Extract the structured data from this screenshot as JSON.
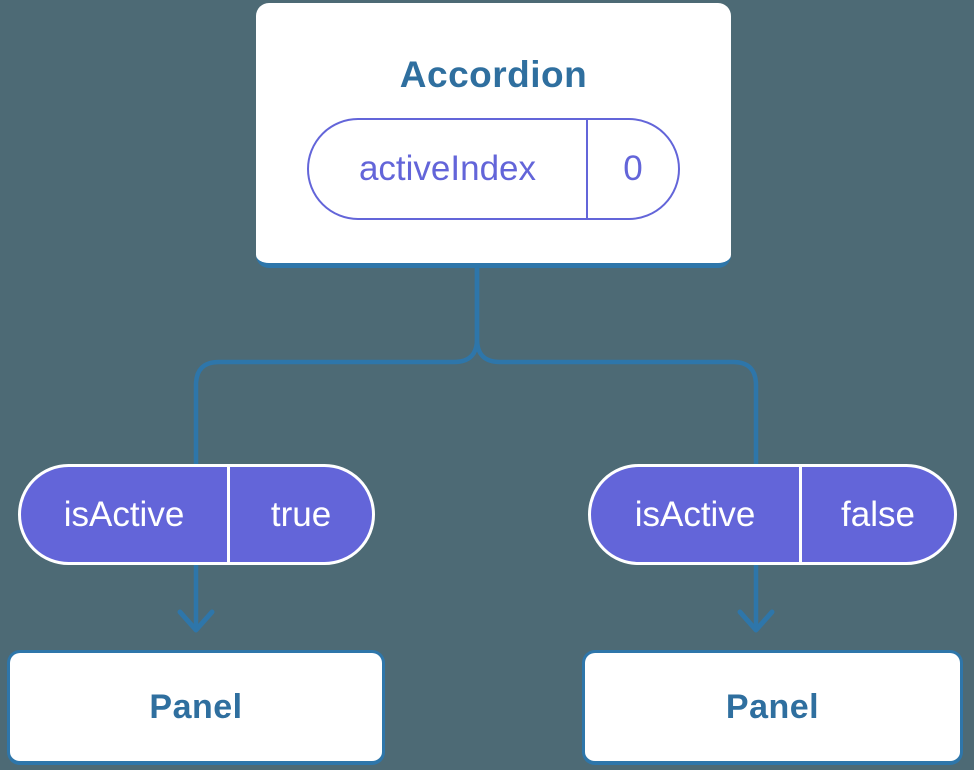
{
  "colors": {
    "background": "#4d6a75",
    "connector_blue": "#2e76aa",
    "heading_blue": "#2f6f9f",
    "state_purple": "#6365d9",
    "card_white": "#ffffff",
    "pill_text_on_purple": "#ffffff"
  },
  "tree": {
    "root": {
      "title": "Accordion",
      "state": {
        "name": "activeIndex",
        "value": "0"
      }
    },
    "children": [
      {
        "state": {
          "name": "isActive",
          "value": "true"
        },
        "panel_label": "Panel"
      },
      {
        "state": {
          "name": "isActive",
          "value": "false"
        },
        "panel_label": "Panel"
      }
    ]
  }
}
